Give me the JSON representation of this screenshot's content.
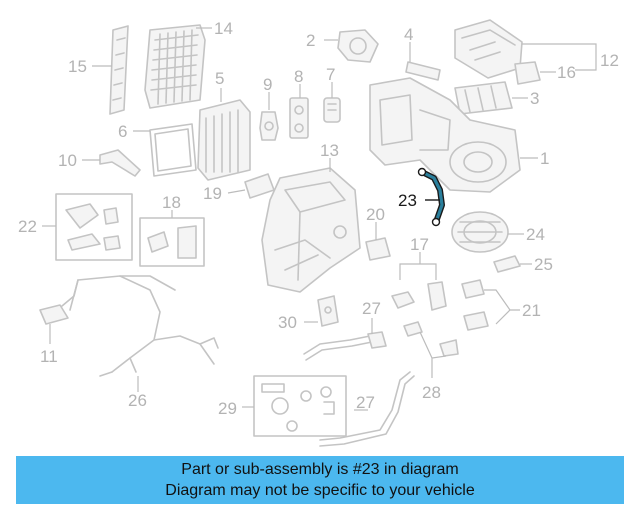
{
  "labels": {
    "l1": "1",
    "l2": "2",
    "l3": "3",
    "l4": "4",
    "l5": "5",
    "l6": "6",
    "l7": "7",
    "l8": "8",
    "l9": "9",
    "l10": "10",
    "l11": "11",
    "l12": "12",
    "l13": "13",
    "l14": "14",
    "l15": "15",
    "l16": "16",
    "l17": "17",
    "l18": "18",
    "l19": "19",
    "l20": "20",
    "l21": "21",
    "l22": "22",
    "l23": "23",
    "l24": "24",
    "l25": "25",
    "l26": "26",
    "l27a": "27",
    "l27b": "27",
    "l28": "28",
    "l29": "29",
    "l30": "30"
  },
  "highlight_color": "#2a7f9c",
  "banner": {
    "line1": "Part or sub-assembly is #23 in diagram",
    "line2": "Diagram may not be specific to your vehicle"
  }
}
